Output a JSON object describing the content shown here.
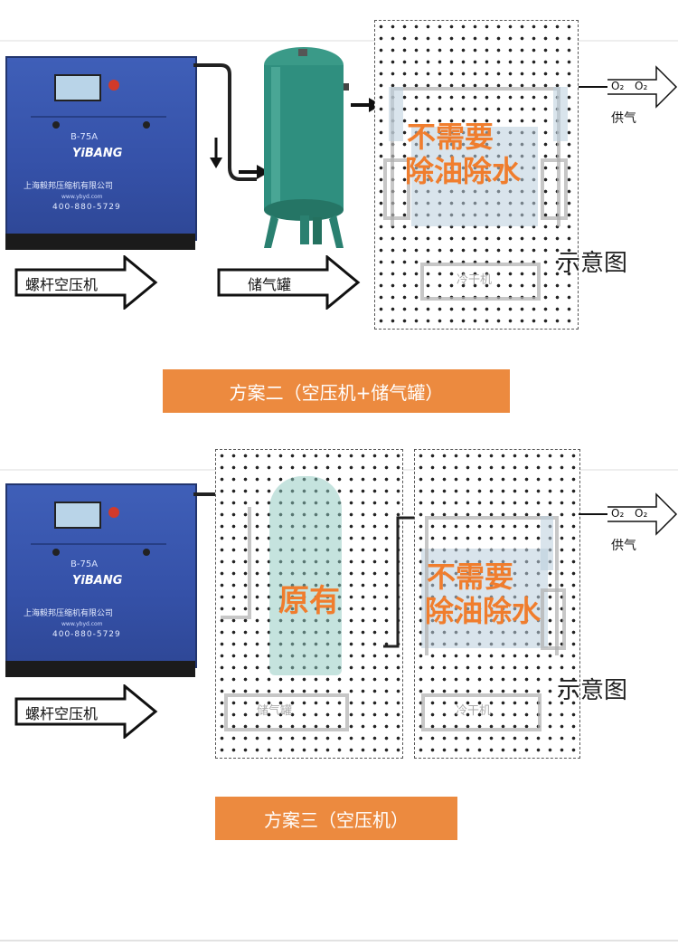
{
  "section_two": {
    "compressor": {
      "model": "B-75A",
      "brand": "YiBANG",
      "company": "上海毅邦压缩机有限公司",
      "website": "www.ybyd.com",
      "phone": "400-880-5729"
    },
    "compressor_arrow_label": "螺杆空压机",
    "tank_arrow_label": "储气罐",
    "overlay_text_line1": "不需要",
    "overlay_text_line2": "除油除水",
    "faded_arrow_label": "冷干机",
    "diagram_caption": "示意图",
    "supply": {
      "o2_a": "O₂",
      "o2_b": "O₂",
      "label": "供气"
    },
    "banner": "方案二（空压机+储气罐）"
  },
  "section_three": {
    "compressor": {
      "model": "B-75A",
      "brand": "YiBANG",
      "company": "上海毅邦压缩机有限公司",
      "website": "www.ybyd.com",
      "phone": "400-880-5729"
    },
    "compressor_arrow_label": "螺杆空压机",
    "overlay_left_text": "原有",
    "faded_left_arrow_label": "储气罐",
    "overlay_text_line1": "不需要",
    "overlay_text_line2": "除油除水",
    "faded_arrow_label": "冷干机",
    "diagram_caption": "示意图",
    "supply": {
      "o2_a": "O₂",
      "o2_b": "O₂",
      "label": "供气"
    },
    "banner": "方案三（空压机）"
  },
  "colors": {
    "banner": "#ec8a3f",
    "overlay_text": "#f07d2d",
    "compressor_blue": "#3551a8",
    "tank_green": "#2f8f7f"
  }
}
